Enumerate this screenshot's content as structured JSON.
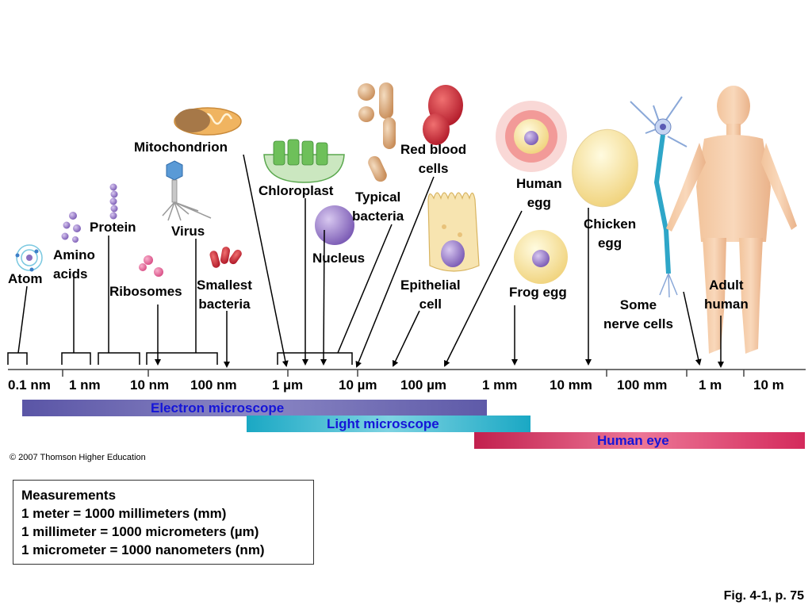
{
  "labels": {
    "atom": "Atom",
    "amino_acids": [
      "Amino",
      "acids"
    ],
    "protein": "Protein",
    "ribosomes": "Ribosomes",
    "virus": "Virus",
    "smallest_bacteria": [
      "Smallest",
      "bacteria"
    ],
    "mitochondrion": "Mitochondrion",
    "chloroplast": "Chloroplast",
    "typical_bacteria": [
      "Typical",
      "bacteria"
    ],
    "nucleus": "Nucleus",
    "red_blood_cells": [
      "Red blood",
      "cells"
    ],
    "epithelial_cell": [
      "Epithelial",
      "cell"
    ],
    "human_egg": [
      "Human",
      "egg"
    ],
    "frog_egg": "Frog egg",
    "chicken_egg": [
      "Chicken",
      "egg"
    ],
    "some_nerve_cells": [
      "Some",
      "nerve cells"
    ],
    "adult_human": [
      "Adult",
      "human"
    ]
  },
  "scale_ticks": [
    "0.1 nm",
    "1 nm",
    "10 nm",
    "100 nm",
    "1 µm",
    "10 µm",
    "100 µm",
    "1 mm",
    "10 mm",
    "100 mm",
    "1 m",
    "10 m"
  ],
  "bands": {
    "electron_microscope": "Electron microscope",
    "light_microscope": "Light microscope",
    "human_eye": "Human eye"
  },
  "colors": {
    "electron_microscope": "#5e5aa8",
    "light_microscope": "#1aa8c4",
    "human_eye": "#d42a5c",
    "band_text": "#1515d8"
  },
  "copyright": "© 2007 Thomson Higher Education",
  "measurements": {
    "title": "Measurements",
    "lines": [
      "1 meter = 1000 millimeters (mm)",
      "1 millimeter = 1000 micrometers (µm)",
      "1 micrometer = 1000 nanometers (nm)"
    ]
  },
  "figure_ref": "Fig. 4-1, p. 75"
}
